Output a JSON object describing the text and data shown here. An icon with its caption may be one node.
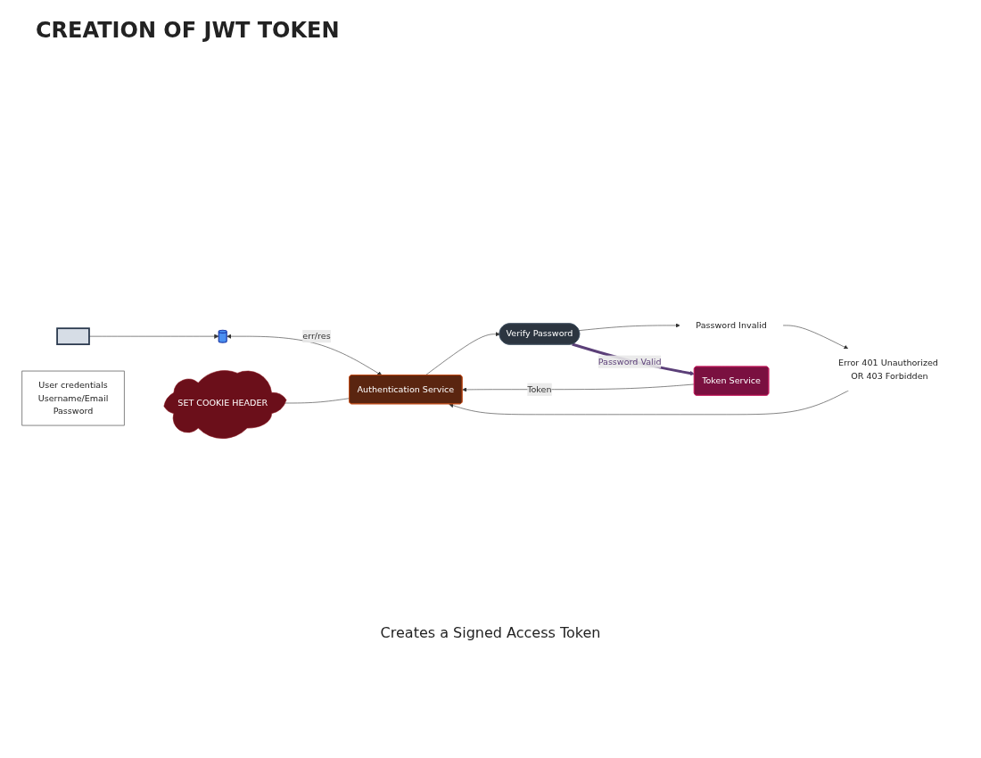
{
  "diagram": {
    "title": "CREATION OF JWT TOKEN",
    "nodes": [
      {
        "text": [],
        "shape": "computer"
      },
      {
        "text": [],
        "shape": "server"
      },
      {
        "text": [
          "User credentials",
          "Username/Email",
          "Password"
        ]
      },
      {
        "text": [
          "SET COOKIE HEADER"
        ]
      },
      {
        "text": [
          "Authentication Service"
        ]
      },
      {
        "text": [
          "Error 401 Unauthorized OR 403 Forbidden"
        ]
      },
      {
        "text": [
          "Password Invalid"
        ]
      },
      {
        "text": [
          "Verify Password"
        ]
      },
      {
        "text": [
          "Token Service"
        ]
      }
    ],
    "edges": [
      {
        "from": 0,
        "to": 1,
        "arrow": "to"
      },
      {
        "from": 1,
        "to": 4,
        "arrow": "both",
        "label": "err/res"
      },
      {
        "from": 3,
        "to": 4,
        "arrow": "none"
      },
      {
        "from": 4,
        "to": 7,
        "arrow": "to"
      },
      {
        "from": 7,
        "to": 6,
        "arrow": "to"
      },
      {
        "from": 6,
        "to": 5,
        "arrow": "to"
      },
      {
        "from": 5,
        "to": 4,
        "arrow": "to"
      },
      {
        "from": 8,
        "to": 4,
        "arrow": "to",
        "label": "Token"
      },
      {
        "from": 7,
        "to": 8,
        "arrow": "to",
        "label": "Password Valid",
        "style": "thick",
        "color": "#5b3f78"
      }
    ],
    "labels": [
      "Creates a Signed Access Token"
    ]
  }
}
